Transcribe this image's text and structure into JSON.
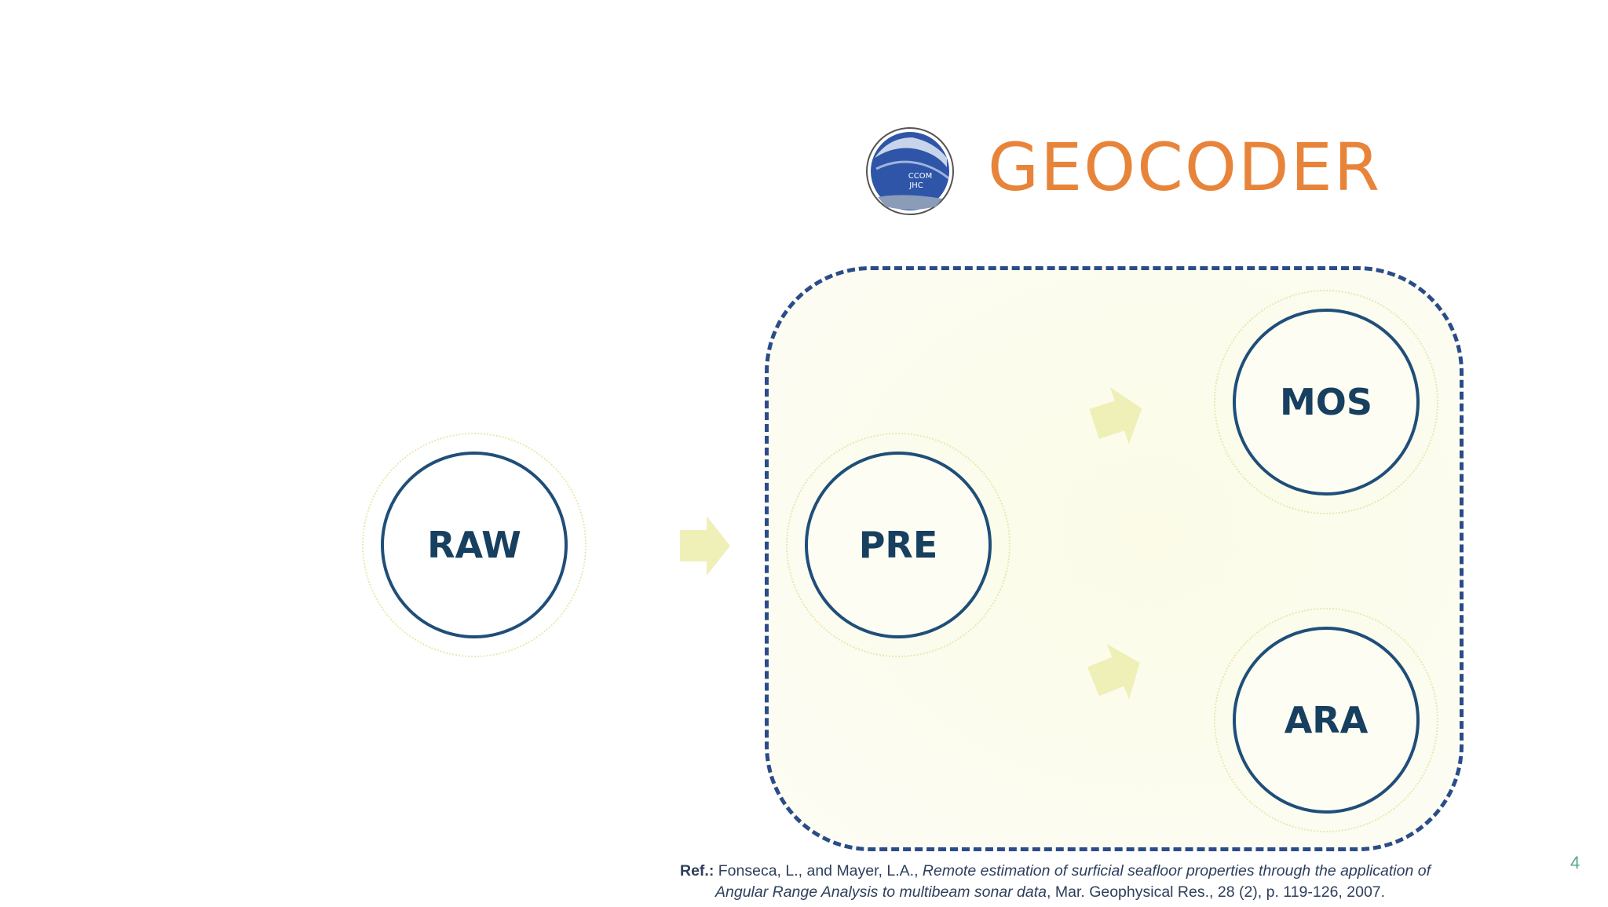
{
  "title": "GEOCODER",
  "logo": {
    "text_line1": "CCOM",
    "text_line2": "JHC"
  },
  "nodes": {
    "raw": "RAW",
    "pre": "PRE",
    "mos": "MOS",
    "ara": "ARA"
  },
  "reference": {
    "lead": "Ref.:",
    "authors": "Fonseca, L., and Mayer, L.A.,",
    "title_part1": "Remote estimation of surficial seafloor properties through the application of",
    "title_part2": "Angular Range Analysis to multibeam sonar data",
    "rest": ", Mar. Geophysical Res., 28 (2), p. 119-126, 2007."
  },
  "page_number": "4",
  "colors": {
    "title": "#e8843a",
    "node_border": "#1f4e79",
    "node_text": "#173f5f",
    "group_border": "#2b4c8a",
    "arrow_fill": "#eef0b8"
  }
}
